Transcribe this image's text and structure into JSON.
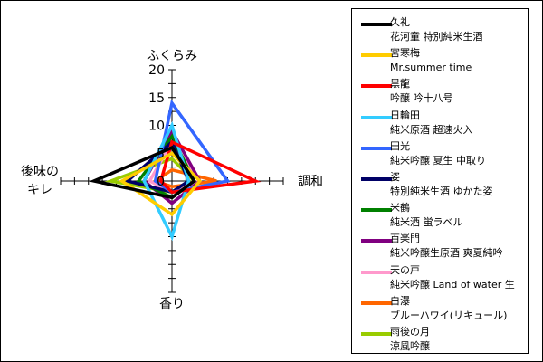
{
  "chart_data": {
    "type": "radar",
    "axes": [
      {
        "key": "fukurami",
        "label": "ふくらみ"
      },
      {
        "key": "chowa",
        "label": "調和"
      },
      {
        "key": "kaori",
        "label": "香り"
      },
      {
        "key": "atoaji",
        "label_lines": [
          "後味の",
          "キレ"
        ]
      }
    ],
    "rlim": [
      0,
      20
    ],
    "ticks": [
      "0",
      "5",
      "10",
      "15",
      "20"
    ],
    "series": [
      {
        "name": "久礼",
        "sub": "花河童 特別純米生酒",
        "color": "#000000",
        "values": {
          "fukurami": 6,
          "chowa": 4,
          "kaori": 3,
          "atoaji": 14
        }
      },
      {
        "name": "宮寒梅",
        "sub": "Mr.summer time",
        "color": "#ffcc00",
        "values": {
          "fukurami": 5,
          "chowa": 5,
          "kaori": 6,
          "atoaji": 9
        }
      },
      {
        "name": "黒龍",
        "sub": "吟醸 吟十八号",
        "color": "#ff0000",
        "values": {
          "fukurami": 7,
          "chowa": 15,
          "kaori": 2,
          "atoaji": 2
        }
      },
      {
        "name": "日輪田",
        "sub": "純米原酒 超速火入",
        "color": "#33ccff",
        "values": {
          "fukurami": 10,
          "chowa": 3,
          "kaori": 10,
          "atoaji": 5
        }
      },
      {
        "name": "田光",
        "sub": "純米吟醸 夏生 中取り",
        "color": "#3366ff",
        "values": {
          "fukurami": 14,
          "chowa": 10,
          "kaori": 2,
          "atoaji": 3
        }
      },
      {
        "name": "姿",
        "sub": "特別純米生酒 ゆかた姿",
        "color": "#000066",
        "values": {
          "fukurami": 7,
          "chowa": 3,
          "kaori": 2,
          "atoaji": 8
        }
      },
      {
        "name": "米鶴",
        "sub": "純米酒 蛍ラベル",
        "color": "#008000",
        "values": {
          "fukurami": 8,
          "chowa": 4,
          "kaori": 3,
          "atoaji": 6
        }
      },
      {
        "name": "百楽門",
        "sub": "純米吟醸生原酒 爽夏純吟",
        "color": "#800080",
        "values": {
          "fukurami": 9,
          "chowa": 5,
          "kaori": 4,
          "atoaji": 5
        }
      },
      {
        "name": "天の戸",
        "sub": "純米吟醸 Land of water 生",
        "color": "#ff99cc",
        "values": {
          "fukurami": 7,
          "chowa": 5,
          "kaori": 2,
          "atoaji": 4
        }
      },
      {
        "name": "白瀑",
        "sub": "ブルーハワイ(リキュール)",
        "color": "#ff6600",
        "values": {
          "fukurami": 2,
          "chowa": 8,
          "kaori": 1,
          "atoaji": 3
        }
      },
      {
        "name": "雨後の月",
        "sub": "涼風吟醸",
        "color": "#99cc00",
        "values": {
          "fukurami": 4,
          "chowa": 4,
          "kaori": 2,
          "atoaji": 11
        }
      }
    ]
  }
}
